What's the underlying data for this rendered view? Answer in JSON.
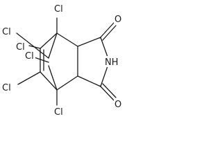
{
  "molecule": {
    "atom_labels": {
      "cl_bridgehead_top": "Cl",
      "cl_bridge_left": "Cl",
      "cl_bridge_center": "Cl",
      "cl_alkene_upper": "Cl",
      "cl_alkene_lower": "Cl",
      "cl_bridgehead_bottom": "Cl",
      "carbonyl_o_top": "O",
      "carbonyl_o_bottom": "O",
      "imide_nh": "NH"
    },
    "colors": {
      "bond": "#1a1a1a",
      "text": "#1a1a1a",
      "background": "#ffffff"
    }
  }
}
